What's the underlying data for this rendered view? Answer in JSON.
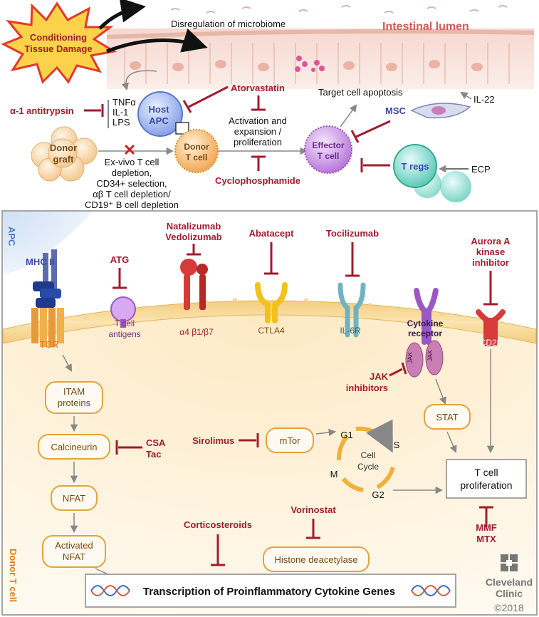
{
  "top": {
    "damage_line1": "Conditioning",
    "damage_line2": "Tissue Damage",
    "microbiome": "Disregulation of microbiome",
    "lumen": "Intestinal lumen",
    "tnf": "TNFα",
    "il1": "IL-1",
    "lps": "LPS",
    "antitrypsin": "α-1 antitrypsin",
    "host_apc_1": "Host",
    "host_apc_2": "APC",
    "atorvastatin": "Atorvastatin",
    "activation_1": "Activation and",
    "activation_2": "expansion /",
    "activation_3": "proliferation",
    "cyclophosphamide": "Cyclophosphamide",
    "donor_graft_1": "Donor",
    "donor_graft_2": "graft",
    "donor_t_1": "Donor",
    "donor_t_2": "T cell",
    "depletion_1": "Ex-vivo T cell",
    "depletion_2": "depletion,",
    "depletion_3": "CD34+ selection,",
    "depletion_4": "αβ T cell depletion/",
    "depletion_5": "CD19⁺ B cell depletion",
    "target_apoptosis": "Target cell apoptosis",
    "il22": "IL-22",
    "msc": "MSC",
    "effector_1": "Effector",
    "effector_2": "T cell",
    "tregs": "T regs",
    "ecp": "ECP"
  },
  "bottom": {
    "apc": "APC",
    "donor_t_cell": "Donor T cell",
    "mhc": "MHC II",
    "tcr": "TCR",
    "atg": "ATG",
    "t_antigens_1": "T cell",
    "t_antigens_2": "antigens",
    "natalizumab": "Natalizumab",
    "vedolizumab": "Vedolizumab",
    "integrin": "α4 β1/β7",
    "abatacept": "Abatacept",
    "ctla4": "CTLA4",
    "tocilizumab": "Tocilizumab",
    "il6r": "IL-6R",
    "cytokine_1": "Cytokine",
    "cytokine_2": "receptor",
    "jak": "JAK",
    "aurora_1": "Aurora A",
    "aurora_2": "kinase",
    "aurora_3": "inhibitor",
    "cd28": "CD28",
    "itam_1": "ITAM",
    "itam_2": "proteins",
    "calcineurin": "Calcineurin",
    "csa": "CSA",
    "tac": "Tac",
    "nfat": "NFAT",
    "act_nfat_1": "Activated",
    "act_nfat_2": "NFAT",
    "jak_inh_1": "JAK",
    "jak_inh_2": "inhibitors",
    "stat": "STAT",
    "sirolimus": "Sirolimus",
    "mtor": "mTor",
    "g1": "G1",
    "s": "S",
    "m": "M",
    "g2": "G2",
    "cycle_1": "Cell",
    "cycle_2": "Cycle",
    "prolif_1": "T cell",
    "prolif_2": "proliferation",
    "mmf": "MMF",
    "mtx": "MTX",
    "corticosteroids": "Corticosteroids",
    "vorinostat": "Vorinostat",
    "histone": "Histone deacetylase",
    "transcription": "Transcription of Proinflammatory Cytokine Genes",
    "brand_1": "Cleveland",
    "brand_2": "Clinic",
    "copyright": "©2018"
  },
  "colors": {
    "inhibitor": "#a11c2e",
    "box_border": "#e3a33a",
    "cell_interior": "#fcebc8",
    "membrane": "#f0c36a"
  }
}
